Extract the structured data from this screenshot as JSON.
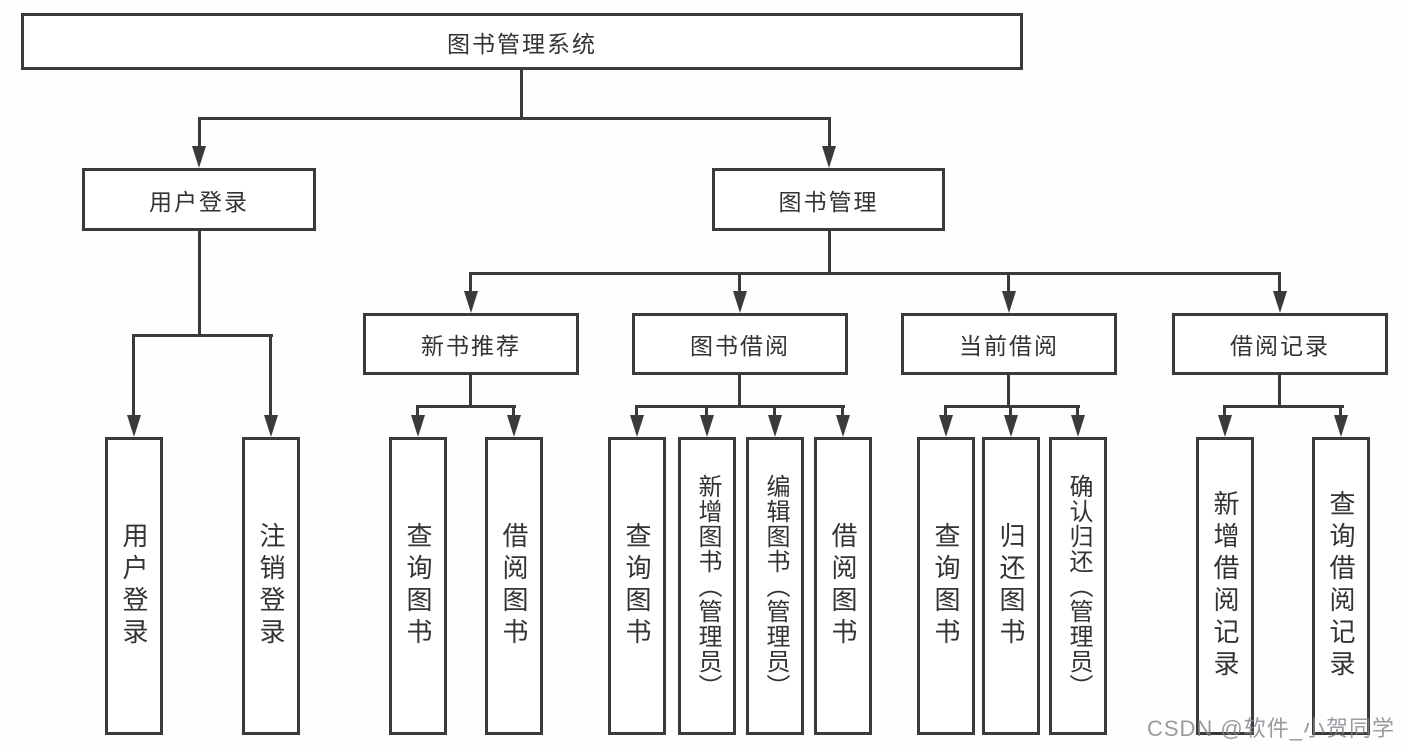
{
  "nodes": {
    "root": "图书管理系统",
    "l2": [
      "用户登录",
      "图书管理"
    ],
    "l3": [
      "新书推荐",
      "图书借阅",
      "当前借阅",
      "借阅记录"
    ],
    "g1": [
      "用户登录",
      "注销登录"
    ],
    "g2": [
      "查询图书",
      "借阅图书"
    ],
    "g3": [
      "查询图书",
      "新增图书（管理员）",
      "编辑图书（管理员）",
      "借阅图书"
    ],
    "g4": [
      "查询图书",
      "归还图书",
      "确认归还（管理员）"
    ],
    "g5": [
      "新增借阅记录",
      "查询借阅记录"
    ]
  },
  "watermark": "CSDN @软件_小贺同学",
  "colors": {
    "line": "#3a3a3a",
    "text": "#333333",
    "background": "#ffffff",
    "watermark": "#80858a"
  }
}
